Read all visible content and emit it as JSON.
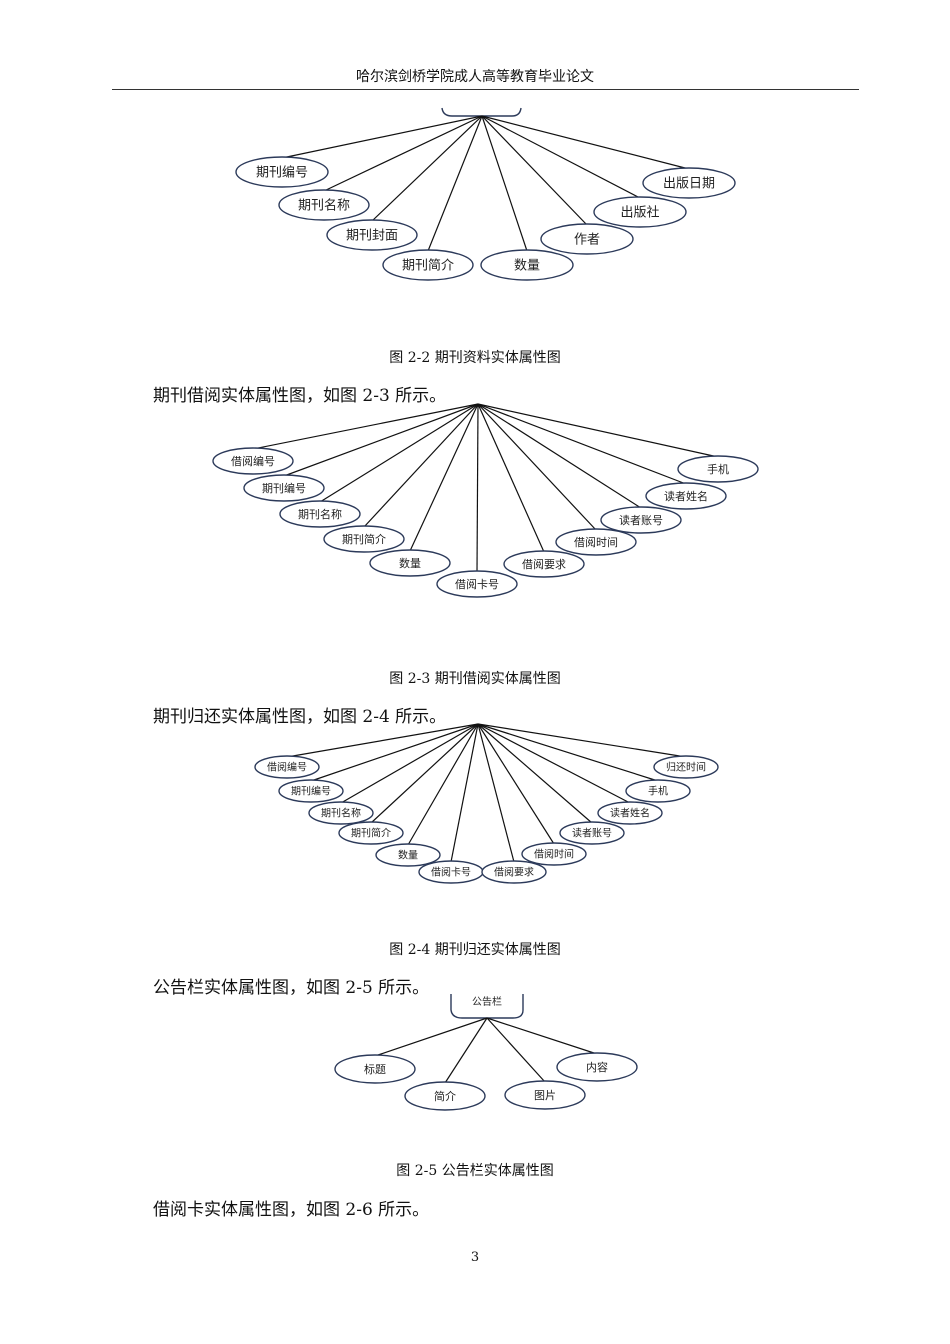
{
  "header": {
    "title": "哈尔滨剑桥学院成人高等教育毕业论文"
  },
  "figures": [
    {
      "caption": "图  2-2 期刊资料实体属性图",
      "entity": "",
      "attributes": [
        "期刊编号",
        "期刊名称",
        "期刊封面",
        "期刊简介",
        "数量",
        "作者",
        "出版社",
        "出版日期"
      ]
    },
    {
      "intro": "期刊借阅实体属性图，如图  2-3 所示。",
      "caption": "图  2-3 期刊借阅实体属性图",
      "entity": "",
      "attributes": [
        "借阅编号",
        "期刊编号",
        "期刊名称",
        "期刊简介",
        "数量",
        "借阅卡号",
        "借阅要求",
        "借阅时间",
        "读者账号",
        "读者姓名",
        "手机"
      ]
    },
    {
      "intro": "期刊归还实体属性图，如图  2-4 所示。",
      "caption": "图  2-4 期刊归还实体属性图",
      "entity": "",
      "attributes": [
        "借阅编号",
        "期刊编号",
        "期刊名称",
        "期刊简介",
        "数量",
        "借阅卡号",
        "借阅要求",
        "借阅时间",
        "读者账号",
        "读者姓名",
        "手机",
        "归还时间"
      ]
    },
    {
      "intro": "公告栏实体属性图，如图  2-5 所示。",
      "caption": "图  2-5 公告栏实体属性图",
      "entity": "公告栏",
      "attributes": [
        "标题",
        "简介",
        "图片",
        "内容"
      ]
    }
  ],
  "closing_paragraph": "借阅卡实体属性图，如图  2-6 所示。",
  "page_number": "3"
}
